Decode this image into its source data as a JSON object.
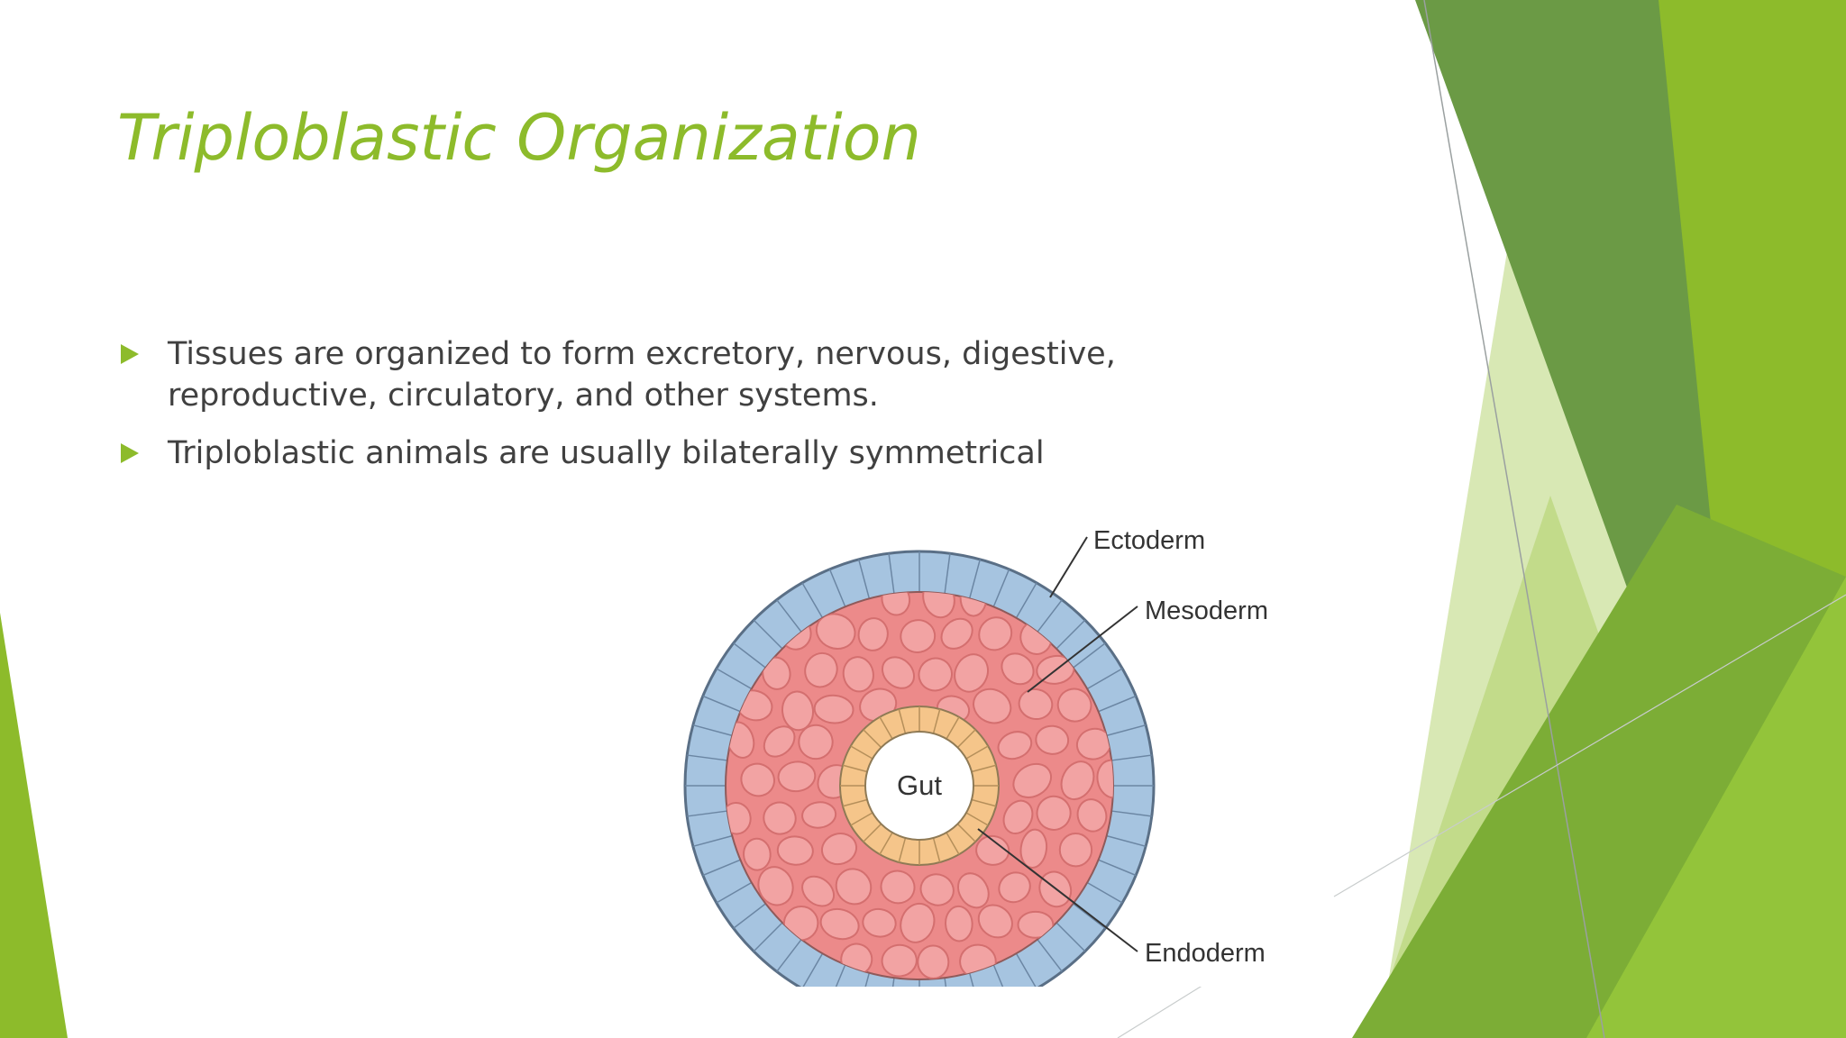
{
  "slide": {
    "title": "Triploblastic Organization",
    "bullets": [
      "Tissues are organized to form excretory, nervous, digestive, reproductive, circulatory, and other systems.",
      "Triploblastic animals are usually bilaterally symmetrical"
    ]
  },
  "diagram": {
    "labels": {
      "ectoderm": "Ectoderm",
      "mesoderm": "Mesoderm",
      "endoderm": "Endoderm",
      "gut": "Gut"
    }
  },
  "colors": {
    "accent": "#8dbb2b",
    "dark_green": "#5f8f3a",
    "body_text": "#404040",
    "ectoderm": "#a6c4e0",
    "mesoderm": "#ec8a8a",
    "endoderm": "#f5c58a"
  },
  "icons": {
    "bullet": "triangle-right-icon"
  }
}
